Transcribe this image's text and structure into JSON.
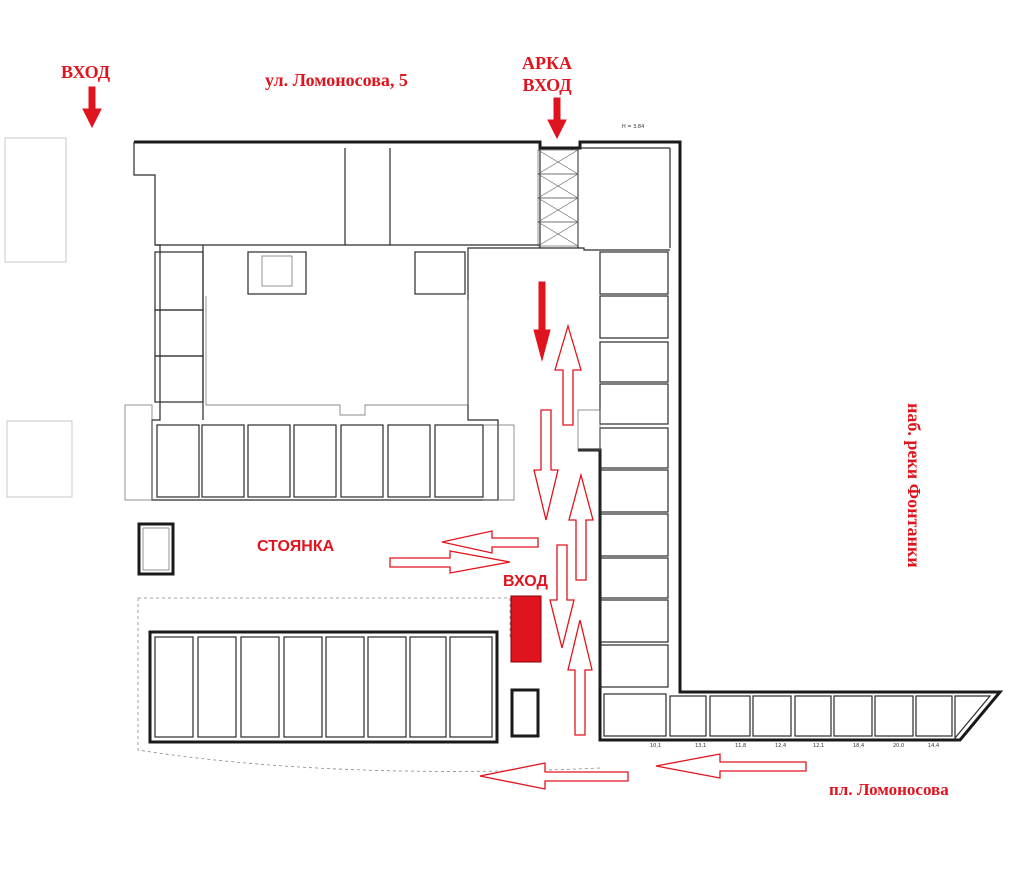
{
  "labels": {
    "entrance_top_left": "ВХОД",
    "street_top": "ул. Ломоносова, 5",
    "arch_line1": "АРКА",
    "arch_line2": "ВХОД",
    "parking": "СТОЯНКА",
    "entrance_center": "ВХОД",
    "embankment": "наб. реки Фонтанки",
    "square": "пл. Ломоносова"
  },
  "colors": {
    "accent": "#e0141e",
    "plan_lines": "#2a2a2a",
    "background": "#ffffff"
  },
  "icons": [
    "arrow-down-icon",
    "route-arrow-icon",
    "entrance-door-icon"
  ]
}
